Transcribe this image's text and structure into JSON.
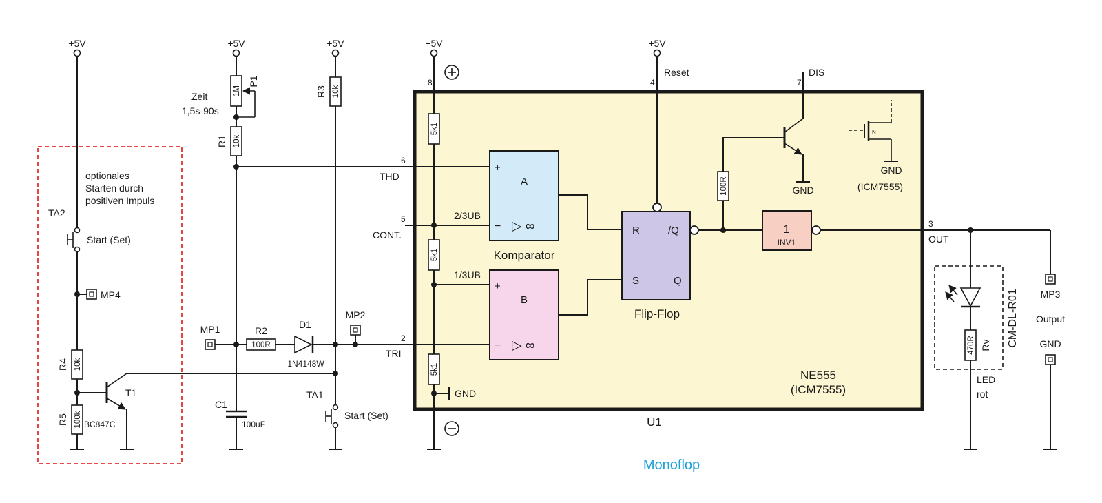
{
  "title": "Monoflop",
  "colors": {
    "ic_fill": "#fdf6d2",
    "comp_a": "#d3ebf8",
    "comp_b": "#f7d5ea",
    "flipflop": "#cdc6e6",
    "inverter": "#f7cfc3",
    "optional_frame": "#e53030",
    "title": "#1ba0d8"
  },
  "supply": "+5V",
  "ic": {
    "name": "NE555",
    "alt": "(ICM7555)",
    "ref": "U1",
    "pins": {
      "vcc": "8",
      "reset": "4",
      "dis": "7",
      "thd": "6",
      "cont": "5",
      "tri": "2",
      "out": "3"
    },
    "pin_labels": {
      "reset": "Reset",
      "dis": "DIS",
      "thd": "THD",
      "cont": "CONT.",
      "tri": "TRI",
      "out": "OUT",
      "gnd": "GND"
    },
    "div_res": "5k1",
    "two_third": "2/3UB",
    "one_third": "1/3UB",
    "comp_a": "A",
    "comp_b": "B",
    "comp_label": "Komparator",
    "ff_label": "Flip-Flop",
    "ff_r": "R",
    "ff_s": "S",
    "ff_q": "Q",
    "ff_nq": "/Q",
    "inv_text": "1",
    "inv_name": "INV1",
    "r_dis": "100R",
    "gnd": "GND",
    "mos_note": "(ICM7555)",
    "plus_sym": "+",
    "minus_sym": "−",
    "inf_sym": "▷ ∞"
  },
  "components": {
    "p1": {
      "ref": "P1",
      "value": "1M",
      "label1": "Zeit",
      "label2": "1,5s-90s"
    },
    "r1": {
      "ref": "R1",
      "value": "10k"
    },
    "r2": {
      "ref": "R2",
      "value": "100R"
    },
    "r3": {
      "ref": "R3",
      "value": "10k"
    },
    "r4": {
      "ref": "R4",
      "value": "10k"
    },
    "r5": {
      "ref": "R5",
      "value": "100k"
    },
    "d1": {
      "ref": "D1",
      "value": "1N4148W"
    },
    "c1": {
      "ref": "C1",
      "value": "100uF"
    },
    "t1": {
      "ref": "T1",
      "value": "BC847C"
    },
    "ta1": {
      "ref": "TA1",
      "label": "Start (Set)"
    },
    "ta2": {
      "ref": "TA2",
      "label": "Start (Set)"
    },
    "mp1": "MP1",
    "mp2": "MP2",
    "mp3": "MP3",
    "mp4": "MP4",
    "led": {
      "module": "CM-DL-R01",
      "rv": "Rv",
      "rv_value": "470R",
      "label1": "LED",
      "label2": "rot"
    },
    "output": "Output",
    "gnd": "GND"
  },
  "optional_note": [
    "optionales",
    "Starten durch",
    "positiven Impuls"
  ]
}
